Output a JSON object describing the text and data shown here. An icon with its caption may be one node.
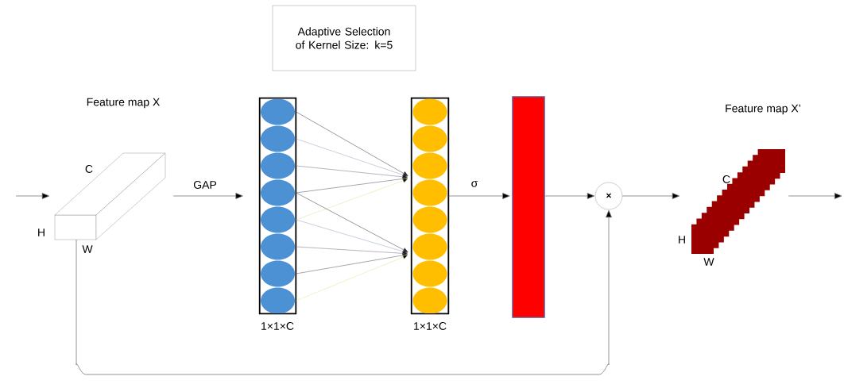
{
  "diagram": {
    "nodes": [
      {
        "text": [
          "Adaptive Selection of Kernel Size: k=5"
        ]
      },
      {
        "text": [],
        "shape": "cuboid",
        "beside": [
          "Feature map X",
          "C",
          "H",
          "W"
        ]
      },
      {
        "text": [],
        "shape": "bar",
        "beside": [
          "1×1×C"
        ]
      },
      {
        "text": [],
        "shape": "bar",
        "beside": [
          "1×1×C"
        ]
      },
      {
        "text": [],
        "shape": "bar"
      },
      {
        "text": [
          "×"
        ]
      },
      {
        "text": [],
        "shape": "cuboid",
        "beside": [
          "Feature map X’",
          "C",
          "H",
          "W"
        ]
      }
    ],
    "edges": [
      {
        "from": null,
        "to": 1,
        "arrow": "to"
      },
      {
        "from": 1,
        "to": 2,
        "arrow": "to",
        "label": "GAP"
      },
      {
        "from": 3,
        "to": 4,
        "arrow": "to",
        "label": "σ"
      },
      {
        "from": 4,
        "to": 5,
        "arrow": "to"
      },
      {
        "from": 5,
        "to": 6,
        "arrow": "to"
      },
      {
        "from": 6,
        "to": null,
        "arrow": "to"
      },
      {
        "from": 1,
        "to": 5,
        "arrow": "to"
      },
      {
        "from": 2,
        "to": 3,
        "arrow": "to",
        "color": "#555555"
      },
      {
        "from": 2,
        "to": 3,
        "arrow": "to",
        "color": "#9fb0c8"
      },
      {
        "from": 2,
        "to": 3,
        "arrow": "to",
        "color": "#8a7f9a"
      },
      {
        "from": 2,
        "to": 3,
        "arrow": "to",
        "color": "#6d6680"
      },
      {
        "from": 2,
        "to": 3,
        "arrow": "to",
        "color": "#e3e8a0"
      },
      {
        "from": 2,
        "to": 3,
        "arrow": "to",
        "color": "#555555"
      },
      {
        "from": 2,
        "to": 3,
        "arrow": "to",
        "color": "#9fb0c8"
      },
      {
        "from": 2,
        "to": 3,
        "arrow": "to",
        "color": "#8a7f9a"
      },
      {
        "from": 2,
        "to": 3,
        "arrow": "to",
        "color": "#6d6680"
      },
      {
        "from": 2,
        "to": 3,
        "arrow": "to",
        "color": "#e3e8a0"
      }
    ]
  }
}
